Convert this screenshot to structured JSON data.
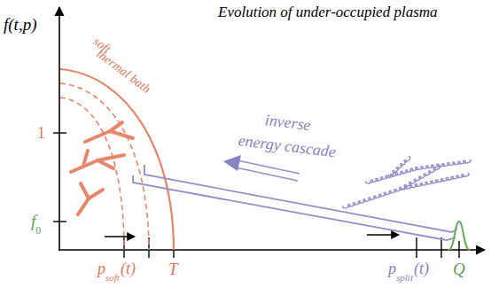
{
  "diagram": {
    "title": "Evolution of under-occupied plasma",
    "labels": [
      "f(t,p)",
      "1",
      "f",
      "0",
      "p",
      "soft",
      "(t)",
      "T",
      "p",
      "split",
      "(t)",
      "Q",
      "soft",
      "thermal bath",
      "inverse",
      "energy cascade"
    ]
  }
}
